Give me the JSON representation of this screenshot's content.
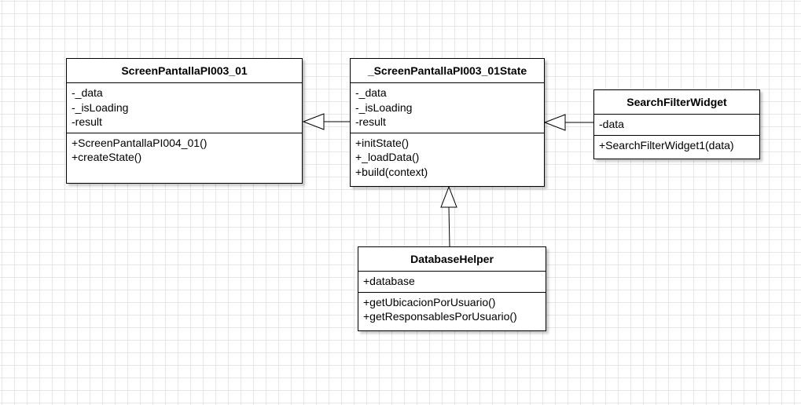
{
  "classes": {
    "screen": {
      "name": "ScreenPantallaPI003_01",
      "attributes": [
        "-_data",
        "-_isLoading",
        "-result"
      ],
      "methods": [
        "+ScreenPantallaPI004_01()",
        "+createState()"
      ]
    },
    "state": {
      "name": "_ScreenPantallaPI003_01State",
      "attributes": [
        "-_data",
        "-_isLoading",
        "-result"
      ],
      "methods": [
        "+initState()",
        "+_loadData()",
        "+build(context)"
      ]
    },
    "search": {
      "name": "SearchFilterWidget",
      "attributes": [
        "-data"
      ],
      "methods": [
        "+SearchFilterWidget1(data)"
      ]
    },
    "db": {
      "name": "DatabaseHelper",
      "attributes": [
        "+database"
      ],
      "methods": [
        "+getUbicacionPorUsuario()",
        "+getResponsablesPorUsuario()"
      ]
    }
  },
  "relations": [
    {
      "type": "generalization",
      "from": "state",
      "to": "screen"
    },
    {
      "type": "generalization",
      "from": "search",
      "to": "state"
    },
    {
      "type": "generalization",
      "from": "db",
      "to": "state"
    }
  ]
}
